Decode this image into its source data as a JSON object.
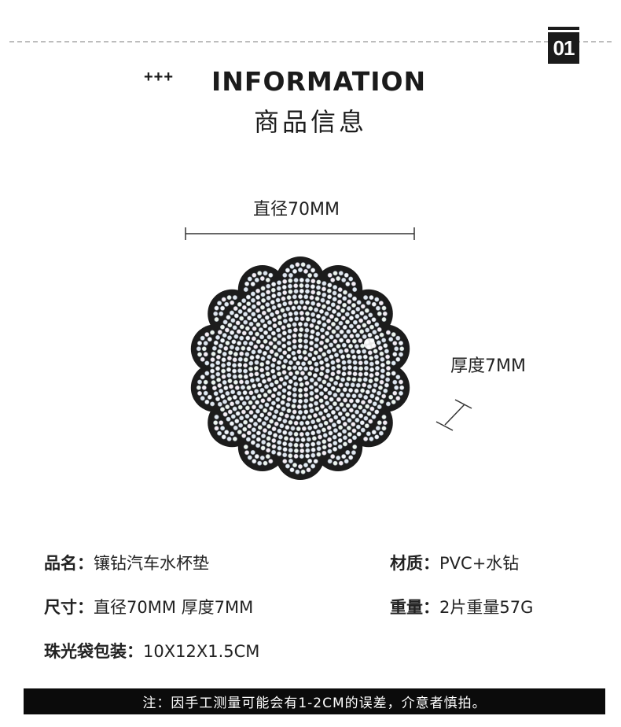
{
  "header": {
    "badge": "01",
    "plus_marks": "+++",
    "title_en": "INFORMATION",
    "title_cn": "商品信息"
  },
  "dimensions": {
    "diameter": "直径70MM",
    "thickness": "厚度7MM"
  },
  "specs": {
    "name_label": "品名：",
    "name_value": "镶钻汽车水杯垫",
    "material_label": "材质：",
    "material_value": "PVC+水钻",
    "size_label": "尺寸：",
    "size_value": "直径70MM 厚度7MM",
    "weight_label": "重量：",
    "weight_value": "2片重量57G",
    "package_label": "珠光袋包装：",
    "package_value": "10X12X1.5CM"
  },
  "footer": {
    "note": "注：因手工测量可能会有1-2CM的误差，介意者慎拍。"
  },
  "colors": {
    "accent": "#1b1b1b",
    "coaster_base": "#1c1c1c",
    "rhinestone": "#e9eef3"
  }
}
